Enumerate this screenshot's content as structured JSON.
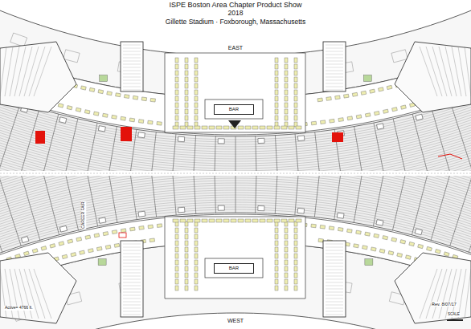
{
  "diagram": {
    "title": "ISPE Boston Area Chapter Product Show",
    "nodes": [
      {
        "text": [
          "BAR"
        ]
      },
      {
        "text": [
          "BAR"
        ]
      }
    ],
    "labels": [
      "2018",
      "Gillette Stadium · Foxborough, Massachusetts",
      "EAST",
      "WEST",
      "CAREER FAIR",
      "Active= 4766 ft.",
      "Rev. 8/07/17",
      "SCALE"
    ]
  }
}
